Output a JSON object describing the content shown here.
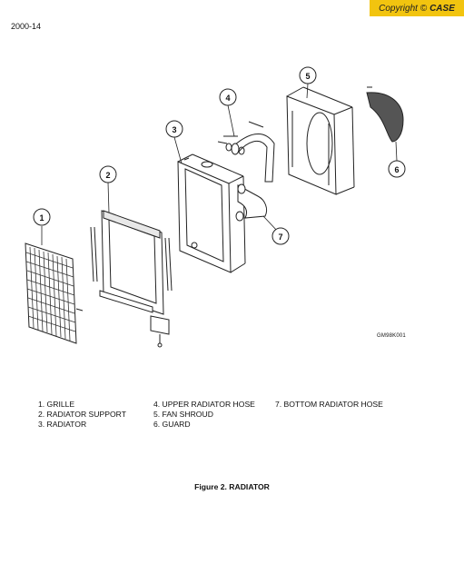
{
  "header": {
    "copyright_text": "Copyright ©",
    "copyright_brand": "CASE",
    "page_code": "2000-14"
  },
  "diagram": {
    "figure_code": "GM98K001",
    "callouts": [
      "1",
      "2",
      "3",
      "4",
      "5",
      "6",
      "7"
    ]
  },
  "legend": [
    {
      "label": "1.  GRILLE"
    },
    {
      "label": "2.  RADIATOR SUPPORT"
    },
    {
      "label": "3.  RADIATOR"
    },
    {
      "label": "4.  UPPER RADIATOR HOSE"
    },
    {
      "label": "5.  FAN SHROUD"
    },
    {
      "label": "6.  GUARD"
    },
    {
      "label": "7.  BOTTOM RADIATOR HOSE"
    }
  ],
  "caption": "Figure 2. RADIATOR"
}
